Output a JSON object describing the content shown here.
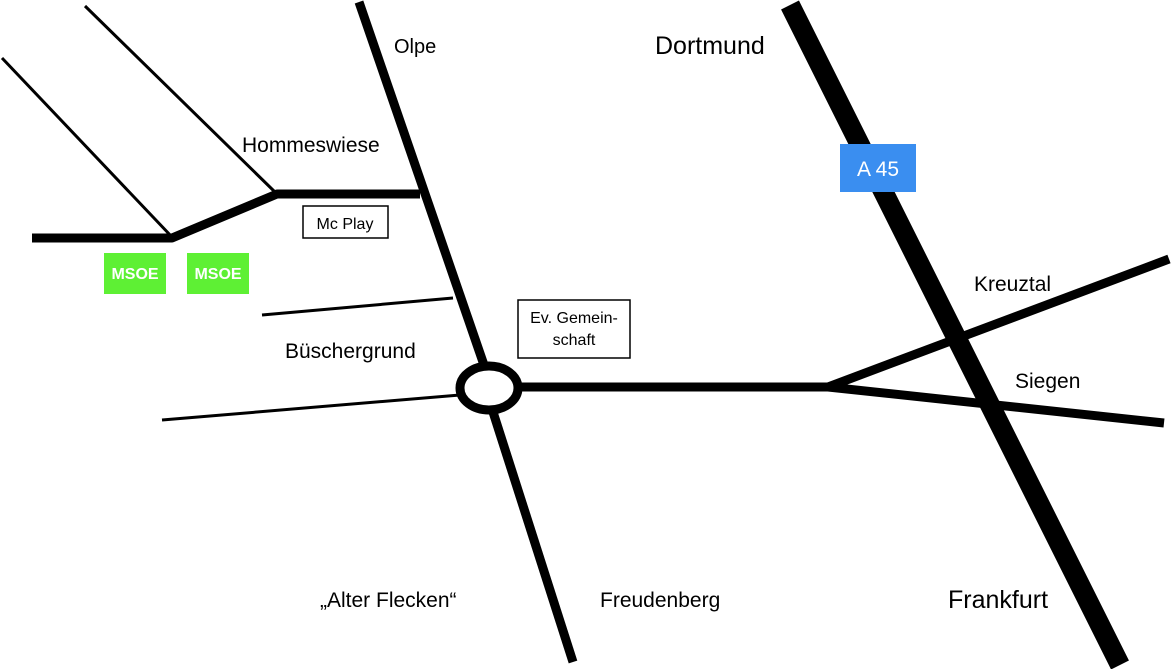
{
  "colors": {
    "road": "#000000",
    "highway_sign": "#3a8ef0",
    "msoe_badge": "#5ef034",
    "background": "#ffffff"
  },
  "labels": {
    "olpe": "Olpe",
    "dortmund": "Dortmund",
    "hommeswiese": "Hommeswiese",
    "kreuztal": "Kreuztal",
    "siegen": "Siegen",
    "buschergrund": "Büschergrund",
    "alter_flecken": "„Alter Flecken“",
    "freudenberg": "Freudenberg",
    "frankfurt": "Frankfurt"
  },
  "boxes": {
    "mc_play": "Mc Play",
    "ev_gemeinschaft_line1": "Ev. Gemein-",
    "ev_gemeinschaft_line2": "schaft"
  },
  "badges": {
    "msoe_left": "MSOE",
    "msoe_right": "MSOE"
  },
  "highway": {
    "label": "A 45"
  }
}
